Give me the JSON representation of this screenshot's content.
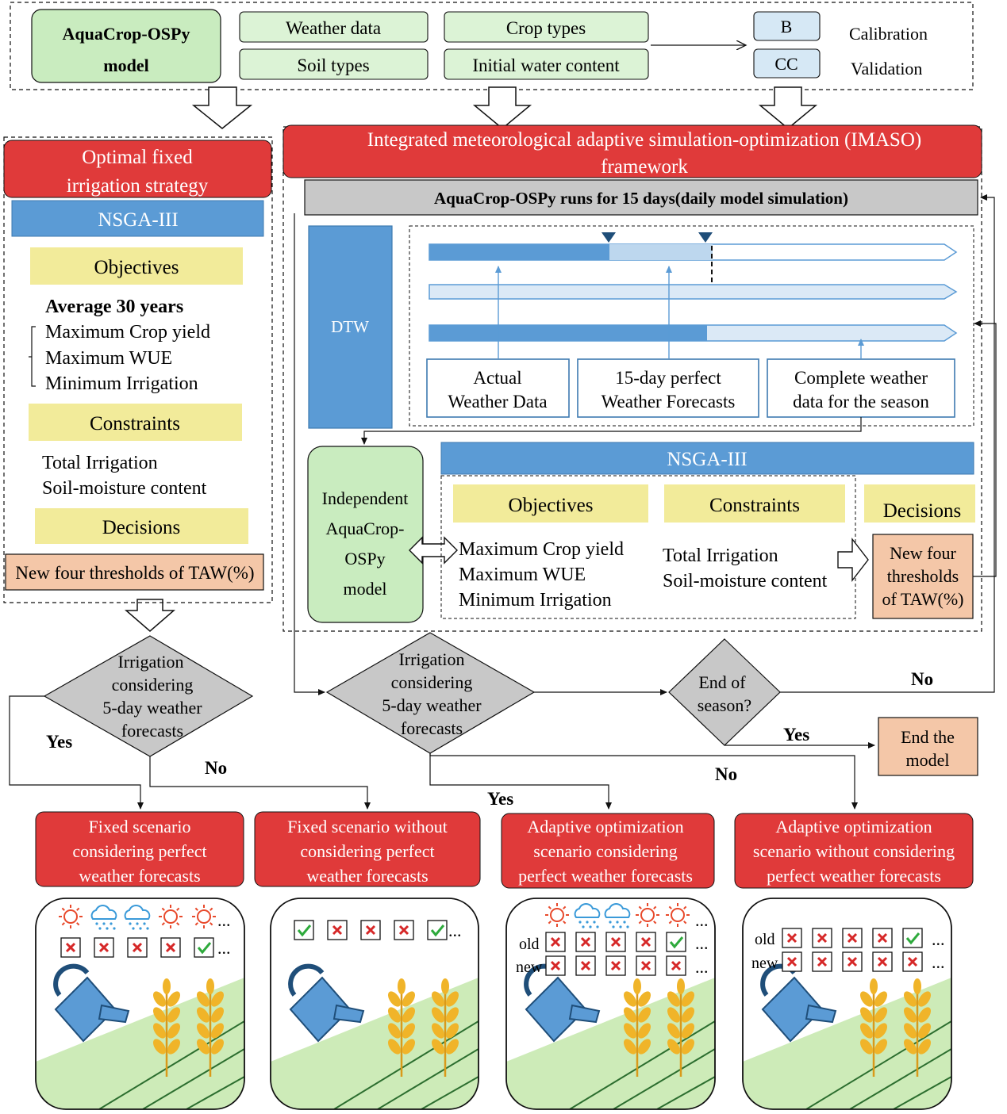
{
  "colors": {
    "green_box": "#d9f2d4",
    "green_box_dark": "#c7ebbd",
    "blue_light": "#d6e8f5",
    "blue_bar": "#5b9bd5",
    "blue_pale": "#bdd7ee",
    "red_header": "#e03a3a",
    "yellow": "#f2eb9a",
    "salmon": "#f4c7a8",
    "gray": "#c8c8c8",
    "field_green": "#cdebb8",
    "wheat": "#f0b429"
  },
  "top": {
    "model": [
      "AquaCrop-OSPy",
      "model"
    ],
    "weather": "Weather data",
    "soil": "Soil types",
    "crop": "Crop types",
    "water": "Initial water content",
    "b": "B",
    "cc": "CC",
    "calibration": "Calibration",
    "validation": "Validation"
  },
  "left": {
    "header": [
      "Optimal fixed",
      "irrigation strategy"
    ],
    "nsga": "NSGA-III",
    "objectives": "Objectives",
    "avg": "Average 30 years",
    "obj_items": [
      "Maximum Crop yield",
      "Maximum WUE",
      "Minimum Irrigation"
    ],
    "constraints": "Constraints",
    "con_items": [
      "Total Irrigation",
      "Soil-moisture content"
    ],
    "decisions": "Decisions",
    "new_thresholds": "New four thresholds of TAW(%)"
  },
  "imaso": {
    "header": [
      "Integrated meteorological adaptive simulation-optimization (IMASO)",
      "framework"
    ],
    "runs": "AquaCrop-OSPy runs for 15 days(daily model simulation)",
    "dtw": "DTW",
    "actual": [
      "Actual",
      "Weather Data"
    ],
    "perfect": [
      "15-day perfect",
      "Weather Forecasts"
    ],
    "complete": [
      "Complete weather",
      "data for the season"
    ],
    "independent": [
      "Independent",
      "AquaCrop-",
      "OSPy",
      "model"
    ],
    "nsga": "NSGA-III",
    "objectives": "Objectives",
    "constraints": "Constraints",
    "decisions": "Decisions",
    "obj_items": [
      "Maximum Crop yield",
      "Maximum WUE",
      "Minimum Irrigation"
    ],
    "con_items": [
      "Total Irrigation",
      "Soil-moisture content"
    ],
    "new_thresholds": [
      "New four",
      "thresholds",
      "of TAW(%)"
    ]
  },
  "flow": {
    "diamond_left": [
      "Irrigation",
      "considering",
      "5-day weather",
      "forecasts"
    ],
    "diamond_mid": [
      "Irrigation",
      "considering",
      "5-day weather",
      "forecasts"
    ],
    "end_season": [
      "End of",
      "season?"
    ],
    "end_model": [
      "End the",
      "model"
    ],
    "yes": "Yes",
    "no": "No"
  },
  "scenarios": [
    [
      "Fixed scenario",
      "considering perfect",
      "weather forecasts"
    ],
    [
      "Fixed scenario without",
      "considering perfect",
      "weather forecasts"
    ],
    [
      "Adaptive optimization",
      "scenario considering",
      "perfect weather forecasts"
    ],
    [
      "Adaptive optimization",
      "scenario without considering",
      "perfect weather forecasts"
    ]
  ],
  "panels": {
    "ellipsis": "...",
    "old": "old",
    "new": "new"
  }
}
